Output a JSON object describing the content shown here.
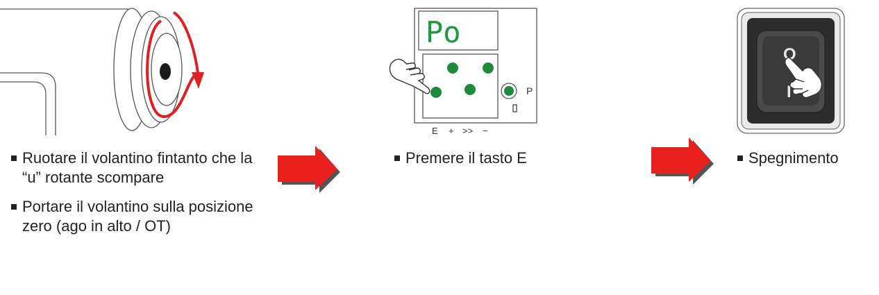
{
  "step1": {
    "bullets": [
      "Ruotare il volantino fintanto che la “u” rotante scompare",
      "Portare il volantino sulla posizione zero (ago in alto / OT)"
    ]
  },
  "step2": {
    "display_text": "Po",
    "side_label": "P",
    "key_labels": [
      "E",
      "+",
      ">>",
      "−"
    ],
    "bullets": [
      "Premere il tasto E"
    ]
  },
  "step3": {
    "switch_top": "O",
    "switch_bottom": "I",
    "bullets": [
      "Spegnimento"
    ]
  },
  "colors": {
    "arrow_red": "#e8201e",
    "rotation_red": "#e02020",
    "display_green": "#1a9a3a",
    "button_green": "#1e8a3c",
    "switch_dark": "#3a3a3a"
  }
}
